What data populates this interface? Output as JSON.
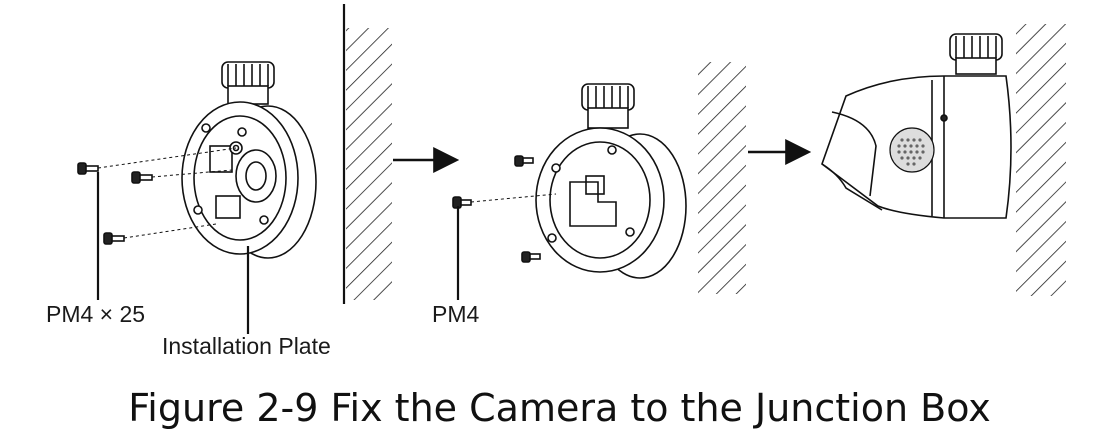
{
  "labels": {
    "screw_type_1": "PM4 × 25",
    "installation_plate": "Installation Plate",
    "screw_type_2": "PM4"
  },
  "caption": "Figure 2-9 Fix the Camera to the Junction Box",
  "icons": [
    "wall-hatch",
    "screw-icon",
    "junction-box",
    "camera",
    "arrow-right"
  ],
  "colors": {
    "line": "#111111",
    "background": "#ffffff"
  }
}
